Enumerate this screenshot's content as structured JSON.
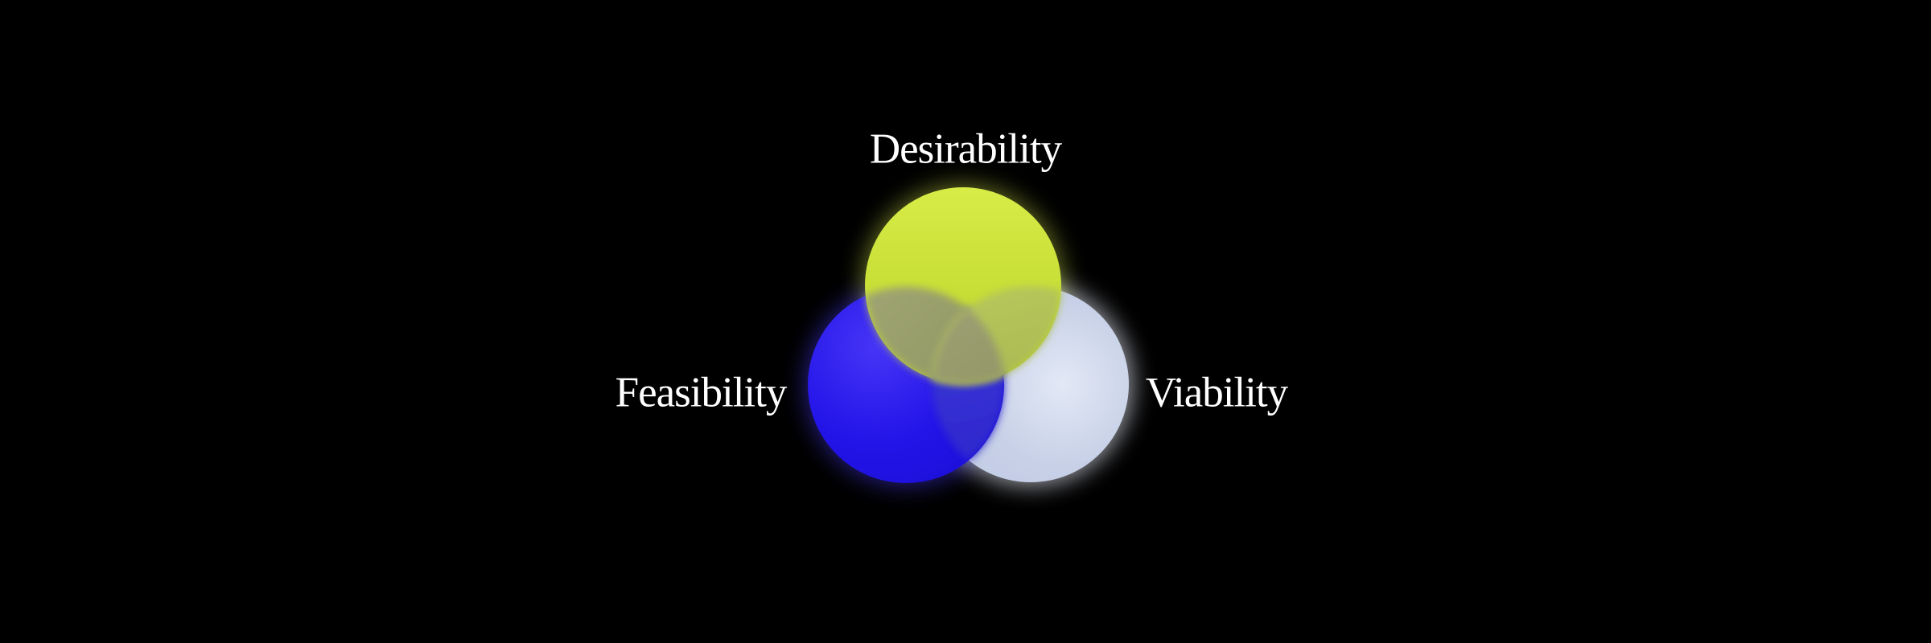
{
  "page": {
    "background": "#000000"
  },
  "diagram": {
    "type": "venn-3",
    "text_color": "#ffffff",
    "circles": [
      {
        "id": "desirability",
        "label": "Desirability",
        "position": "top",
        "color": "#c6de35",
        "color_top": "#d8ec48",
        "color_bottom": "#b6cb34",
        "glow": "#d6e94a"
      },
      {
        "id": "feasibility",
        "label": "Feasibility",
        "position": "bottom-left",
        "color": "#2314e8",
        "color_light": "#4735f7",
        "color_dark": "#1b0ed4",
        "glow": "#4639f5"
      },
      {
        "id": "viability",
        "label": "Viability",
        "position": "bottom-right",
        "color": "#c7d0e7",
        "color_light": "#e2e8f5",
        "color_dark": "#bfc9e2",
        "glow": "#e6ebf8"
      }
    ],
    "overlaps": {
      "desirability_feasibility": {
        "from": "#a5aa76",
        "to": "#8d9461"
      },
      "desirability_viability": {
        "from": "#c6d764",
        "to": "#adbc55"
      },
      "feasibility_viability": {
        "from": "#433dd9",
        "to": "#2c27cd"
      },
      "center": {
        "from": "#a8ab7e",
        "to": "#939768"
      }
    }
  }
}
